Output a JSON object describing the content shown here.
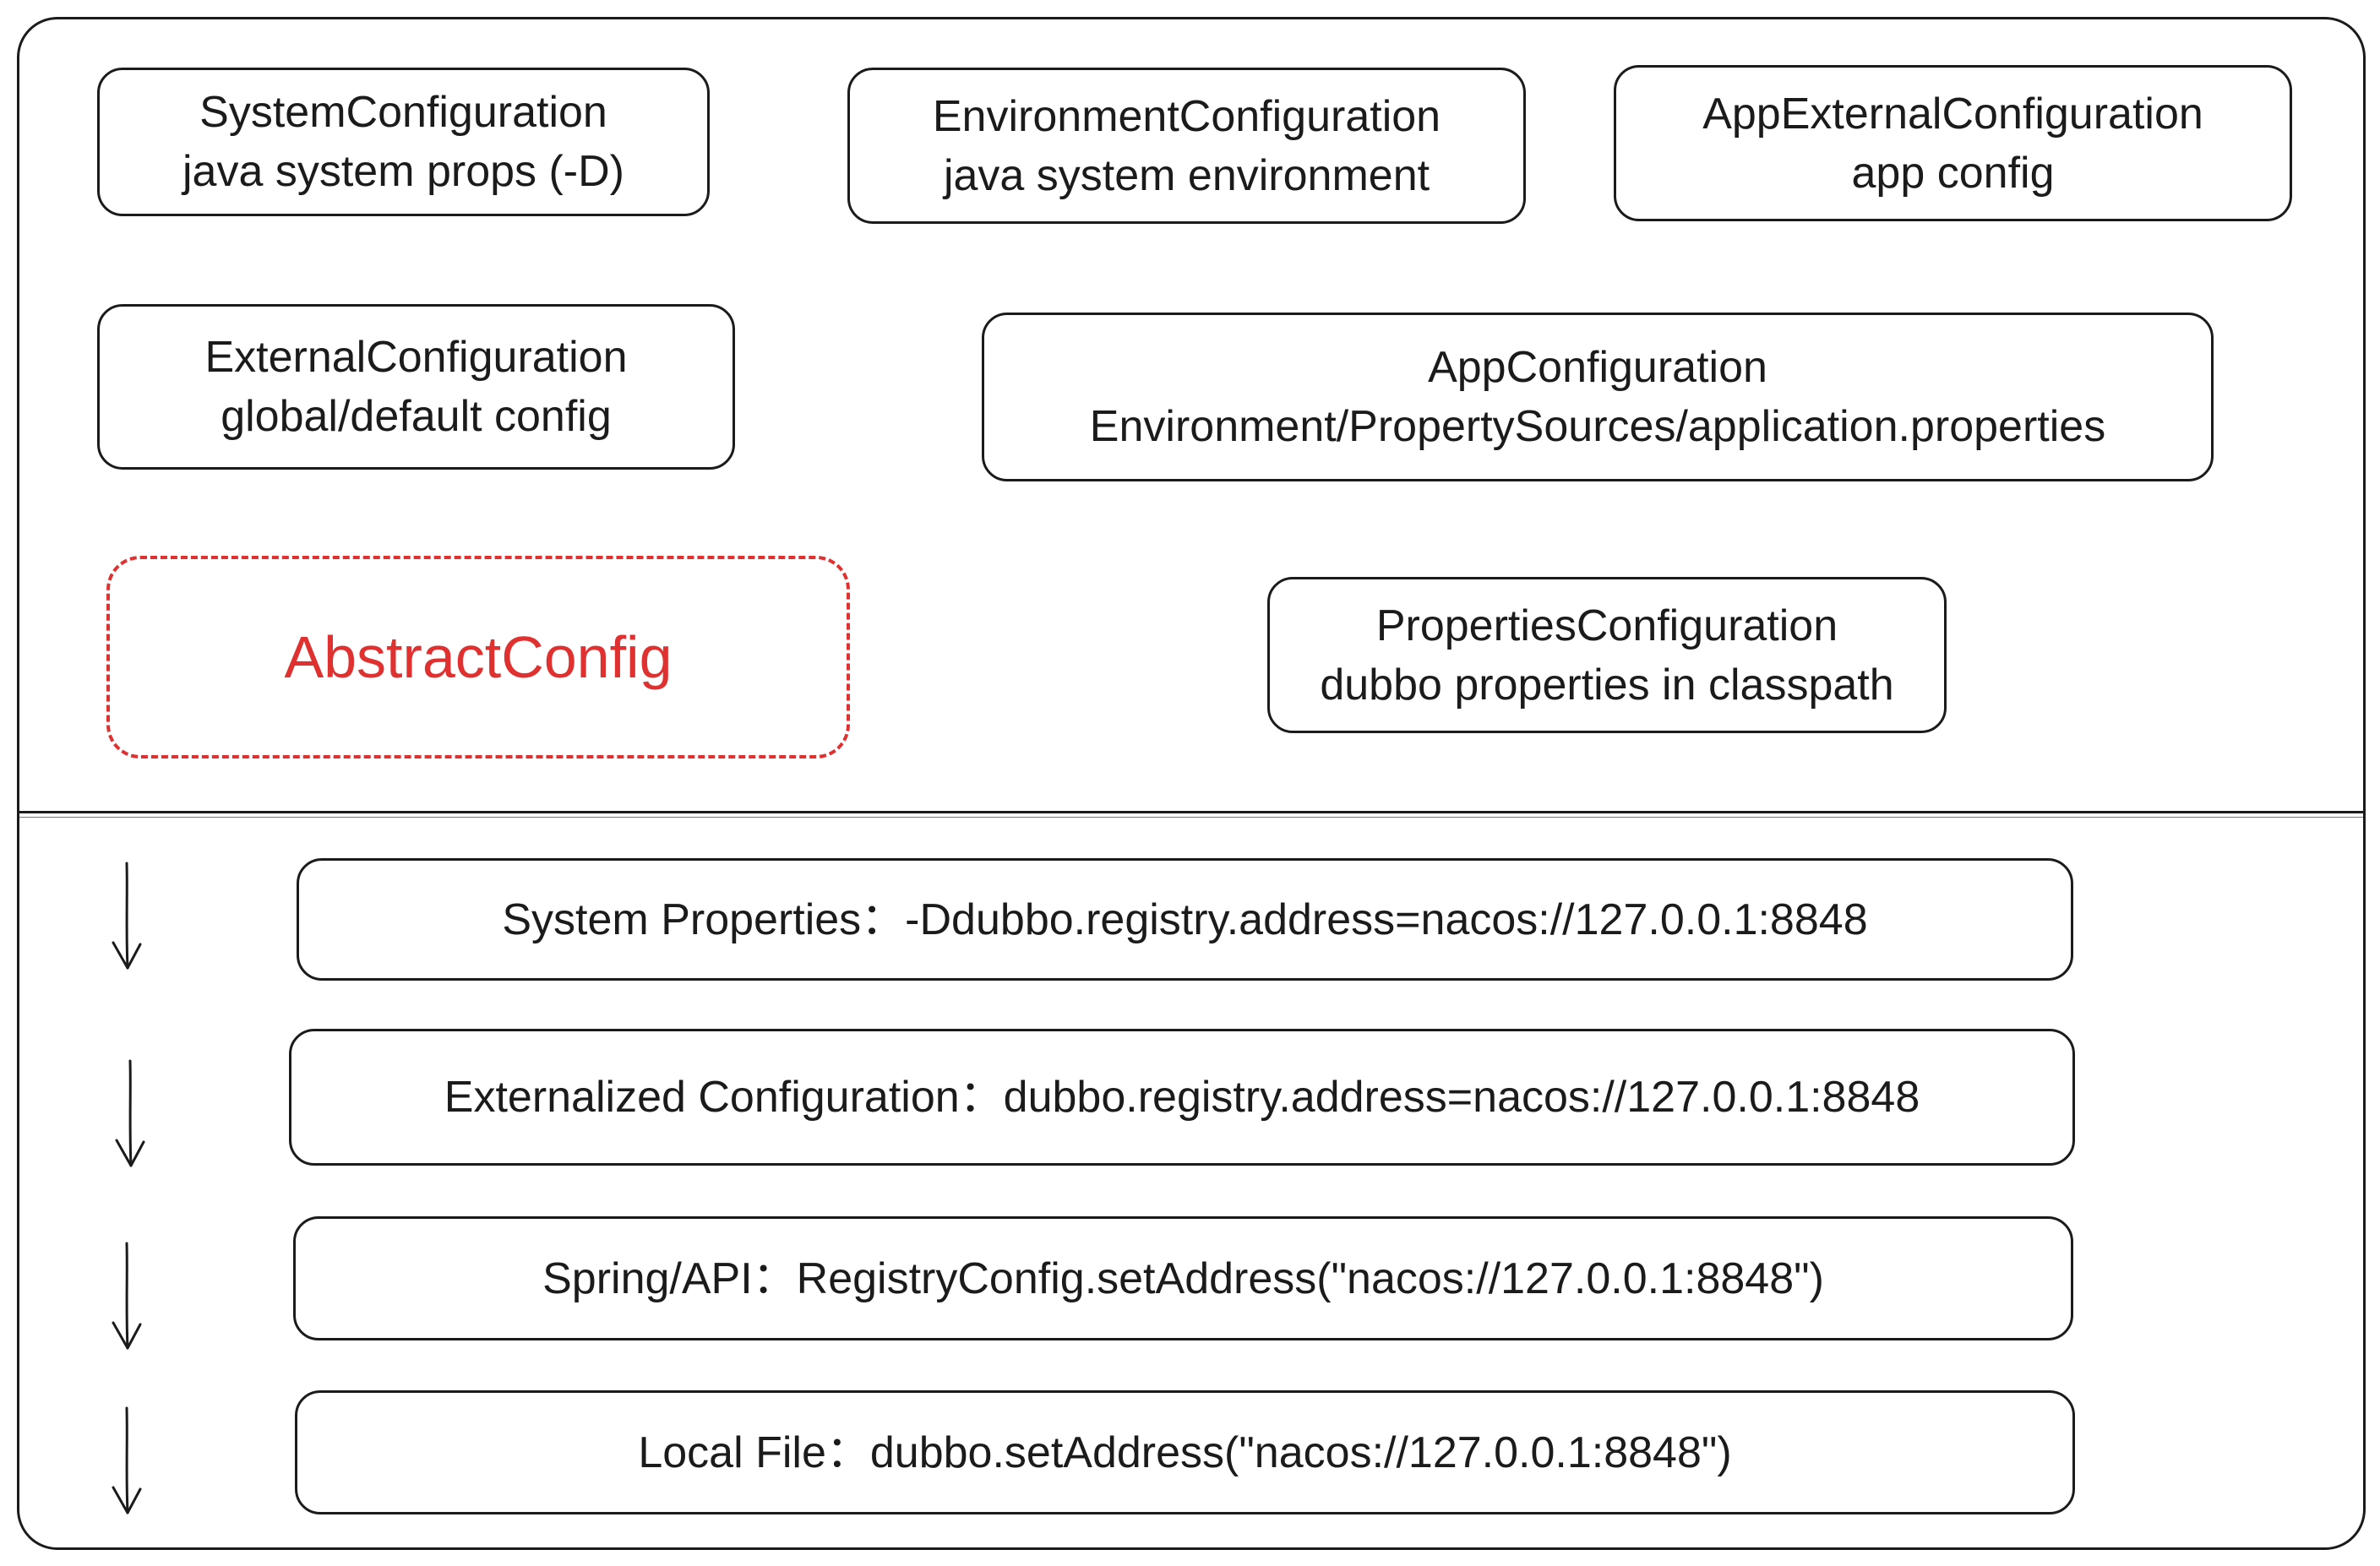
{
  "top_section": {
    "system_configuration": {
      "title": "SystemConfiguration",
      "subtitle": "java system props (-D)"
    },
    "environment_configuration": {
      "title": "EnvironmentConfiguration",
      "subtitle": "java system environment"
    },
    "app_external_configuration": {
      "title": "AppExternalConfiguration",
      "subtitle": "app config"
    },
    "external_configuration": {
      "title": "ExternalConfiguration",
      "subtitle": "global/default config"
    },
    "app_configuration": {
      "title": "AppConfiguration",
      "subtitle": "Environment/PropertySources/application.properties"
    },
    "abstract_config": {
      "title": "AbstractConfig"
    },
    "properties_configuration": {
      "title": "PropertiesConfiguration",
      "subtitle": "dubbo properties in classpath"
    }
  },
  "bottom_section": {
    "rows": [
      {
        "text": "System Properties：-Ddubbo.registry.address=nacos://127.0.0.1:8848"
      },
      {
        "text": "Externalized Configuration：dubbo.registry.address=nacos://127.0.0.1:8848"
      },
      {
        "text": "Spring/API：RegistryConfig.setAddress(\"nacos://127.0.0.1:8848\")"
      },
      {
        "text": "Local File：dubbo.setAddress(\"nacos://127.0.0.1:8848\")"
      }
    ]
  },
  "colors": {
    "stroke": "#1b1b1b",
    "accent": "#e03131"
  }
}
